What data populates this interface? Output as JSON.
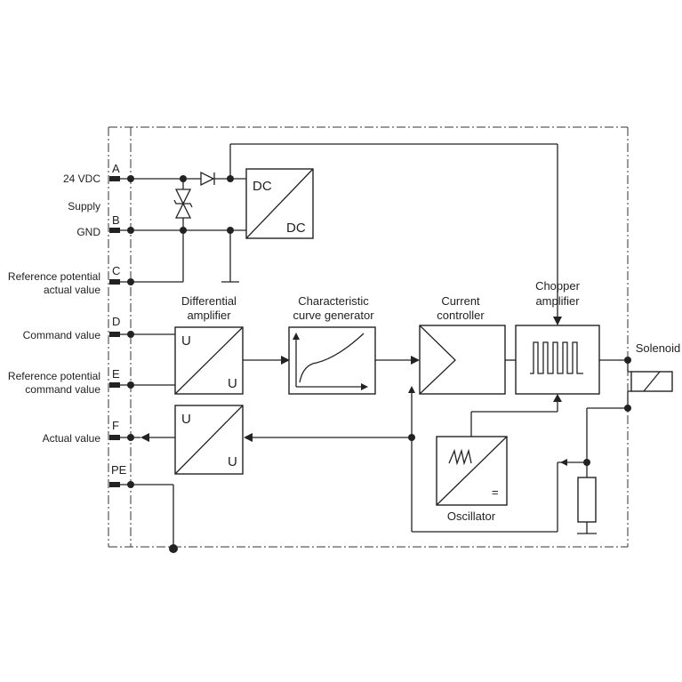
{
  "terminals": {
    "a": {
      "pin": "A",
      "label": "24 VDC"
    },
    "supply": {
      "label": "Supply"
    },
    "b": {
      "pin": "B",
      "label": "GND"
    },
    "c": {
      "pin": "C",
      "label_line1": "Reference potential",
      "label_line2": "actual value"
    },
    "d": {
      "pin": "D",
      "label": "Command value"
    },
    "e": {
      "pin": "E",
      "label_line1": "Reference potential",
      "label_line2": "command value"
    },
    "f": {
      "pin": "F",
      "label": "Actual value"
    },
    "pe": {
      "pin": "PE"
    }
  },
  "blocks": {
    "dcdc": {
      "in": "DC",
      "out": "DC"
    },
    "diff_amp": {
      "title_line1": "Differential",
      "title_line2": "amplifier",
      "in": "U",
      "out": "U"
    },
    "actual_amp": {
      "in": "U",
      "out": "U"
    },
    "curve_gen": {
      "title_line1": "Characteristic",
      "title_line2": "curve generator"
    },
    "current_ctrl": {
      "title_line1": "Current",
      "title_line2": "controller"
    },
    "chopper": {
      "title_line1": "Chopper",
      "title_line2": "amplifier"
    },
    "oscillator": {
      "title": "Oscillator",
      "symbol": "="
    },
    "solenoid": {
      "title": "Solenoid"
    }
  }
}
